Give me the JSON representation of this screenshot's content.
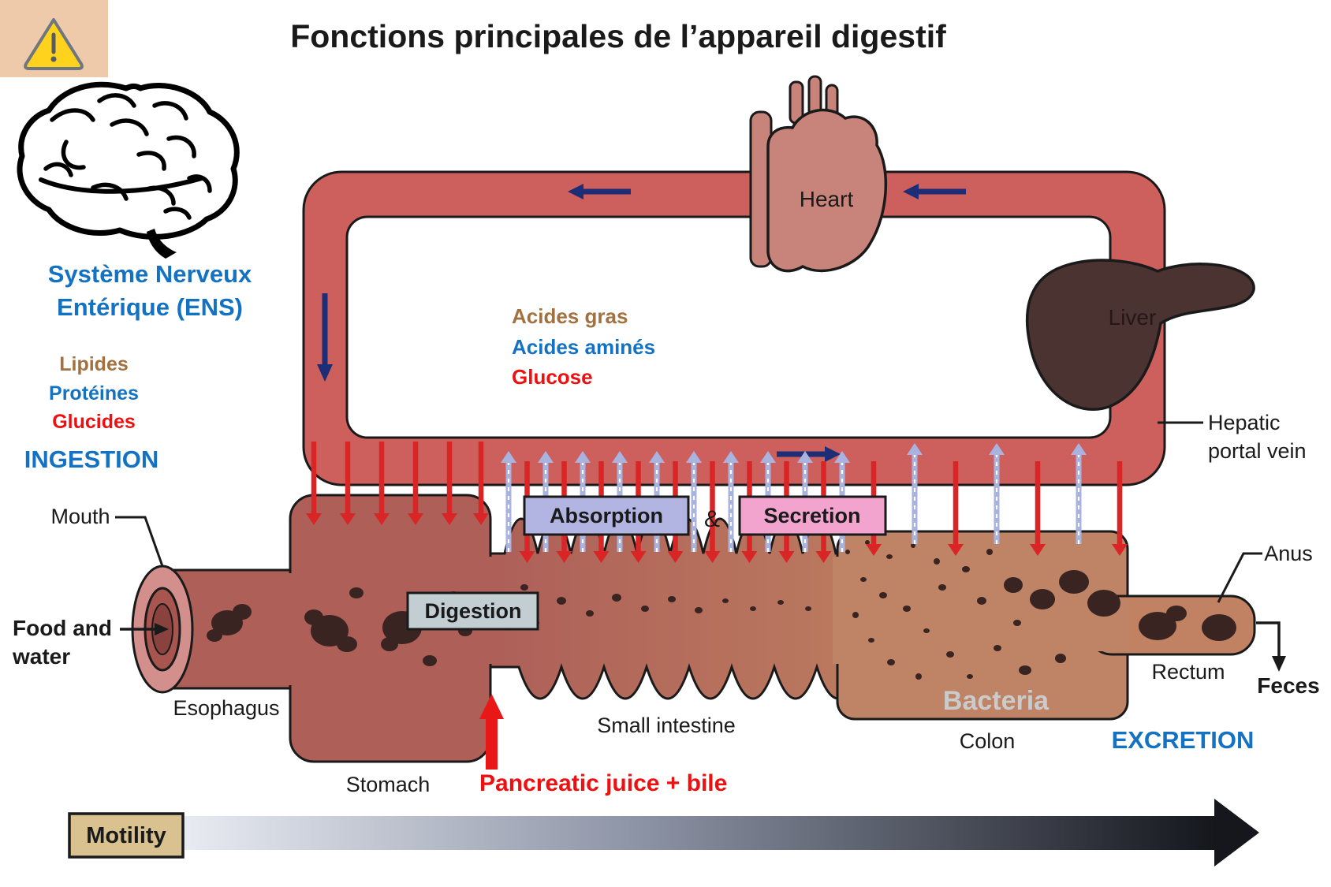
{
  "slide": {
    "title": "Fonctions principales de l’appareil digestif"
  },
  "ens_label": {
    "line1": "Système Nerveux",
    "line2": "Entérique (ENS)"
  },
  "ingested_nutrients": {
    "lipides": "Lipides",
    "proteines": "Protéines",
    "glucides": "Glucides"
  },
  "absorbed_nutrients": {
    "acides_gras": "Acides gras",
    "acides_amines": "Acides aminés",
    "glucose": "Glucose"
  },
  "stages": {
    "ingestion": "INGESTION",
    "excretion": "EXCRETION"
  },
  "organs": {
    "heart": "Heart",
    "liver": "Liver",
    "hepatic_line1": "Hepatic",
    "hepatic_line2": "portal vein",
    "mouth": "Mouth",
    "food_line1": "Food and",
    "food_line2": "water",
    "esophagus": "Esophagus",
    "stomach": "Stomach",
    "small_intestine": "Small intestine",
    "colon": "Colon",
    "bacteria": "Bacteria",
    "rectum": "Rectum",
    "anus": "Anus",
    "feces": "Feces"
  },
  "processes": {
    "absorption": "Absorption",
    "ampersand": "&",
    "secretion": "Secretion",
    "digestion": "Digestion",
    "motility": "Motility",
    "pancreatic_juice": "Pancreatic juice + bile"
  },
  "colors": {
    "blood_band": "#cd605d",
    "tract": "#ad5f58",
    "colon": "#be8465",
    "rectum": "#c08263",
    "absorption_box": "#b2b5e2",
    "secretion_box": "#f2a3ce",
    "digestion_box": "#c3ced2",
    "motility_box": "#d9c28f",
    "accent_blue": "#1472c3",
    "accent_brown": "#a3713f",
    "accent_red": "#ee1010",
    "arrow_navy": "#1d2d76",
    "arrow_red": "#d92525",
    "arrow_lavender": "#a9b3df",
    "bacteria_text": "#cbcbcb",
    "warning_bg": "#eecaaa",
    "warning_yellow": "#ffd21e"
  }
}
